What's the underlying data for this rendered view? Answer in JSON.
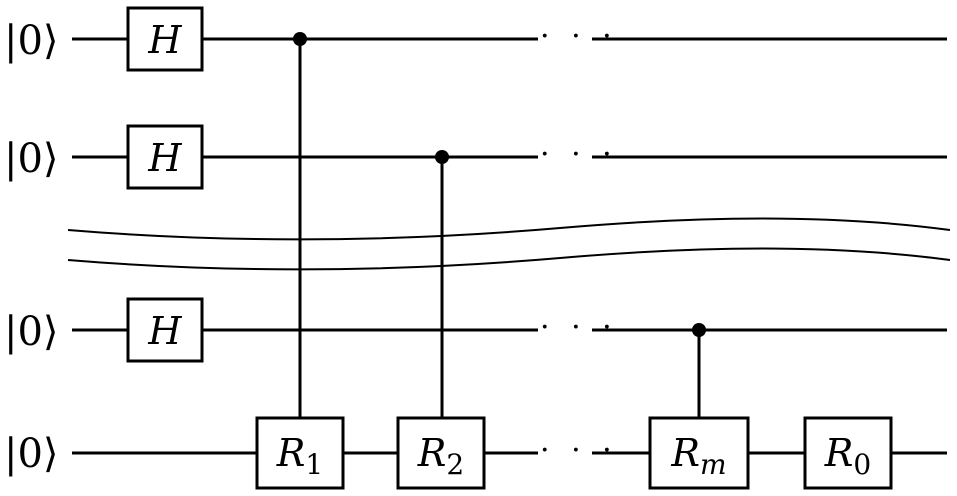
{
  "qubits": [
    {
      "label": "|0⟩"
    },
    {
      "label": "|0⟩"
    },
    {
      "label": "|0⟩"
    },
    {
      "label": "|0⟩"
    }
  ],
  "gates": {
    "h1": "H",
    "h2": "H",
    "h3": "H",
    "r1": {
      "base": "R",
      "sub": "1"
    },
    "r2": {
      "base": "R",
      "sub": "2"
    },
    "rm": {
      "base": "R",
      "sub": "m"
    },
    "r0": {
      "base": "R",
      "sub": "0"
    }
  },
  "ellipsis": "· · ·"
}
